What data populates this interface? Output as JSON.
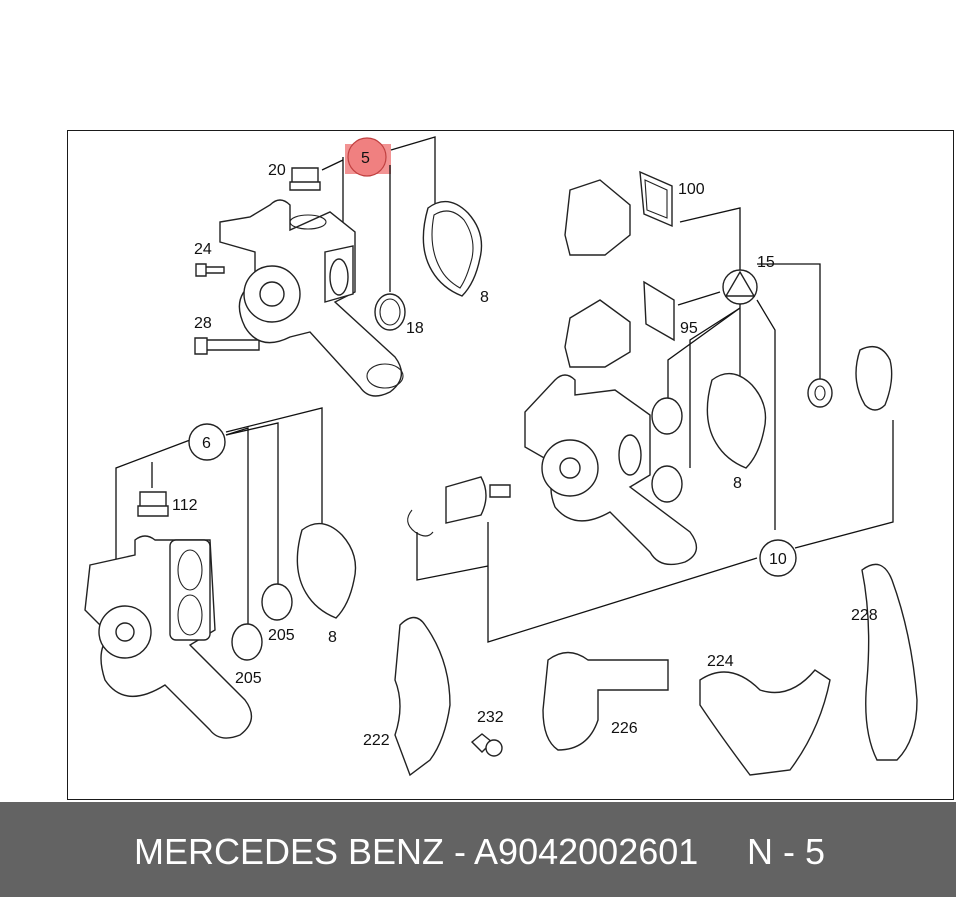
{
  "caption": {
    "brand_part": "MERCEDES BENZ - A9042002601",
    "position_ref": "N - 5"
  },
  "highlight_color": "#f08080",
  "callouts": {
    "c20": "20",
    "c5": "5",
    "c24": "24",
    "c28": "28",
    "c18": "18",
    "c8a": "8",
    "c100": "100",
    "c15": "15",
    "c95": "95",
    "c8b": "8",
    "c10": "10",
    "c6": "6",
    "c112": "112",
    "c205a": "205",
    "c205b": "205",
    "c8c": "8",
    "c228": "228",
    "c224": "224",
    "c226": "226",
    "c232": "232",
    "c222": "222"
  }
}
